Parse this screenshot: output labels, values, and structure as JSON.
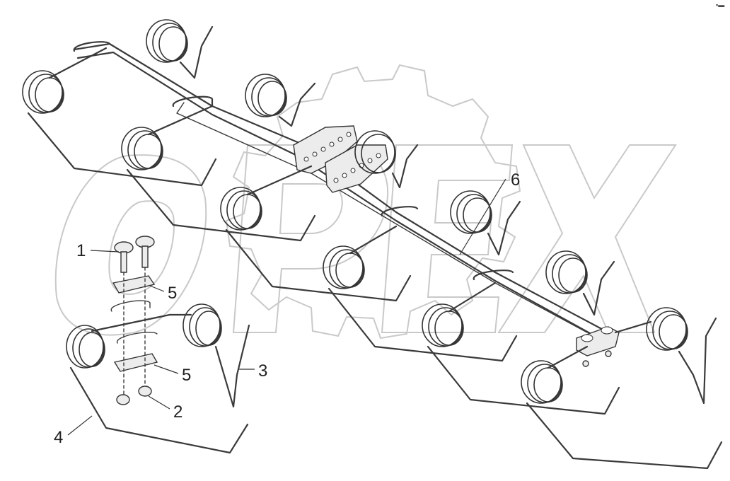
{
  "figure": {
    "watermark_text": "OPEX",
    "corner_mark": "▪▬",
    "callouts": [
      {
        "id": "1",
        "label": "1"
      },
      {
        "id": "2",
        "label": "2"
      },
      {
        "id": "3",
        "label": "3"
      },
      {
        "id": "4",
        "label": "4"
      },
      {
        "id": "5a",
        "label": "5"
      },
      {
        "id": "5b",
        "label": "5"
      },
      {
        "id": "6",
        "label": "6"
      }
    ],
    "parts": [
      "carriage-bolt",
      "nut",
      "spring-tine",
      "spring-tine-double",
      "clamp-plate",
      "tine-bar-assembly"
    ]
  }
}
